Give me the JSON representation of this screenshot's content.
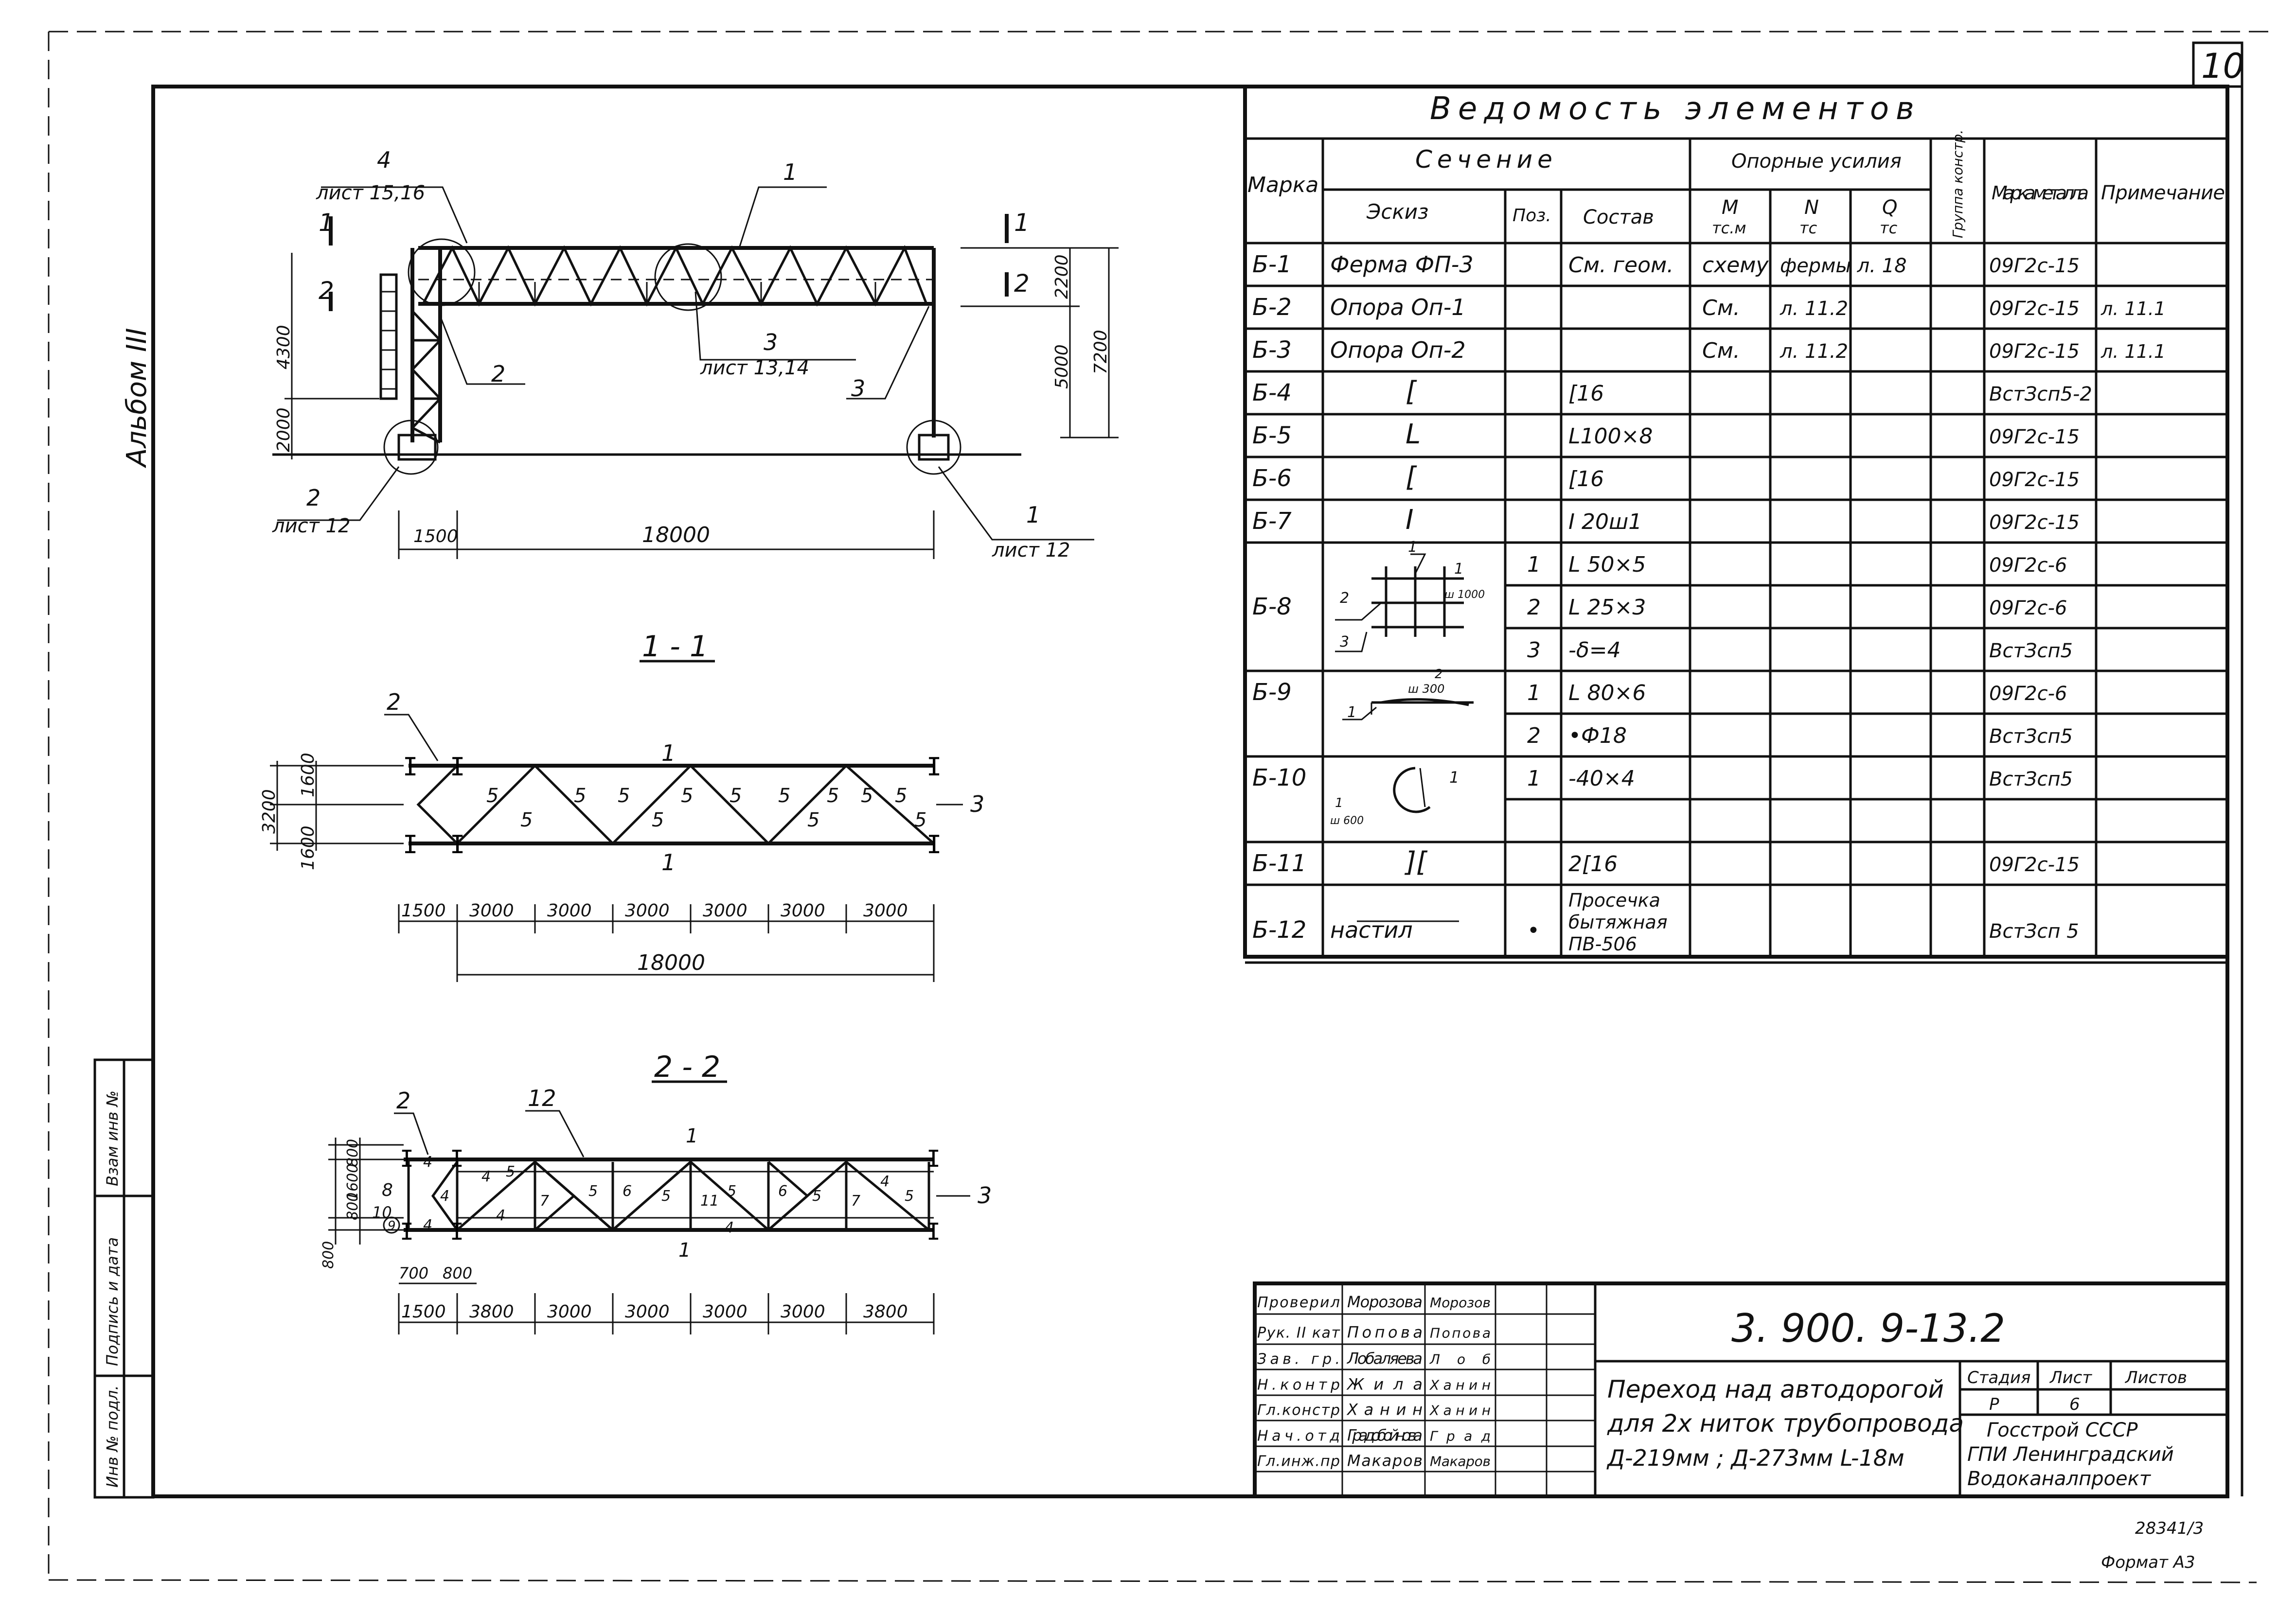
{
  "sheet": {
    "number": "10",
    "album_label": "Альбом III",
    "sheet_code": "3. 900. 9-13.2",
    "title_lines": [
      "Переход над автодорогой",
      "для 2х ниток трубопровода",
      "Д-219мм ; Д-273мм   L-18м"
    ],
    "stage_header": "Стадия",
    "stage_value": "Р",
    "sheet_header": "Лист",
    "sheet_value": "6",
    "sheets_header": "Листов",
    "sheets_value": "",
    "org_lines": [
      "Госстрой СССР",
      "ГПИ Ленинградский",
      "Водоканалпроект"
    ],
    "footer_number": "28341/3",
    "format": "Формат А3",
    "margin_labels": [
      "Инв № подл.",
      "Подпись и дата",
      "Взам инв №"
    ]
  },
  "signatures": [
    {
      "role": "Проверил",
      "name": "Морозова",
      "sign": "Морозов"
    },
    {
      "role": "Рук. II кат",
      "name": "Попова",
      "sign": "Попова"
    },
    {
      "role": "Зав. гр.",
      "name": "Лобаляева",
      "sign": "Лоб"
    },
    {
      "role": "Н.контр",
      "name": "Жила",
      "sign": "Ханин"
    },
    {
      "role": "Гл.констр",
      "name": "Ханин",
      "sign": "Ханин"
    },
    {
      "role": "Нач.отд",
      "name": "Градобойнова",
      "sign": "Град"
    },
    {
      "role": "Гл.инж.пр",
      "name": "Макаров",
      "sign": "Макаров"
    }
  ],
  "schedule": {
    "title": "Ведомость элементов",
    "headers": {
      "mark": "Марка",
      "section": "Сечение",
      "sketch": "Эскиз",
      "pos": "Поз.",
      "composition": "Состав",
      "forces": "Опорные усилия",
      "m": "M",
      "m_unit": "тс.м",
      "n": "N",
      "n_unit": "тс",
      "q": "Q",
      "q_unit": "тс",
      "group": "Группа констр.",
      "steel": "Марка металла",
      "note": "Примечание"
    },
    "rows": [
      {
        "mark": "Б-1",
        "sketch": "Ферма ФП-3",
        "pos": "",
        "comp": "См. геом.",
        "m": "схему",
        "n": "фермы л. 18",
        "q": "",
        "steel": "09Г2с-15",
        "note": ""
      },
      {
        "mark": "Б-2",
        "sketch": "Опора Оп-1",
        "pos": "",
        "comp": "",
        "m": "См.",
        "n": "л. 11.2",
        "q": "",
        "steel": "09Г2с-15",
        "note": "л. 11.1"
      },
      {
        "mark": "Б-3",
        "sketch": "Опора Оп-2",
        "pos": "",
        "comp": "",
        "m": "См.",
        "n": "л. 11.2",
        "q": "",
        "steel": "09Г2с-15",
        "note": "л. 11.1"
      },
      {
        "mark": "Б-4",
        "sketch": "[",
        "pos": "",
        "comp": "[16",
        "m": "",
        "n": "",
        "q": "",
        "steel": "ВстЗсп5-2",
        "note": ""
      },
      {
        "mark": "Б-5",
        "sketch": "L",
        "pos": "",
        "comp": "L100×8",
        "m": "",
        "n": "",
        "q": "",
        "steel": "09Г2с-15",
        "note": ""
      },
      {
        "mark": "Б-6",
        "sketch": "[",
        "pos": "",
        "comp": "[16",
        "m": "",
        "n": "",
        "q": "",
        "steel": "09Г2с-15",
        "note": ""
      },
      {
        "mark": "Б-7",
        "sketch": "I",
        "pos": "",
        "comp": "I 20ш1",
        "m": "",
        "n": "",
        "q": "",
        "steel": "09Г2с-15",
        "note": ""
      },
      {
        "mark": "",
        "sketch": "",
        "pos": "1",
        "comp": "L 50×5",
        "m": "",
        "n": "",
        "q": "",
        "steel": "09Г2с-6",
        "note": ""
      },
      {
        "mark": "Б-8",
        "sketch": "",
        "pos": "2",
        "comp": "L 25×3",
        "m": "",
        "n": "",
        "q": "",
        "steel": "09Г2с-6",
        "note": ""
      },
      {
        "mark": "",
        "sketch": "",
        "pos": "3",
        "comp": "-δ=4",
        "m": "",
        "n": "",
        "q": "",
        "steel": "ВстЗсп5",
        "note": ""
      },
      {
        "mark": "Б-9",
        "sketch": "",
        "pos": "1",
        "comp": "L 80×6",
        "m": "",
        "n": "",
        "q": "",
        "steel": "09Г2с-6",
        "note": ""
      },
      {
        "mark": "",
        "sketch": "",
        "pos": "2",
        "comp": "•Ф18",
        "m": "",
        "n": "",
        "q": "",
        "steel": "ВстЗсп5",
        "note": ""
      },
      {
        "mark": "Б-10",
        "sketch": "",
        "pos": "1",
        "comp": "-40×4",
        "m": "",
        "n": "",
        "q": "",
        "steel": "ВстЗсп5",
        "note": ""
      },
      {
        "mark": "",
        "sketch": "",
        "pos": "",
        "comp": "",
        "m": "",
        "n": "",
        "q": "",
        "steel": "",
        "note": ""
      },
      {
        "mark": "Б-11",
        "sketch": "][",
        "pos": "",
        "comp": "2[16",
        "m": "",
        "n": "",
        "q": "",
        "steel": "09Г2с-15",
        "note": ""
      },
      {
        "mark": "Б-12",
        "sketch": "настил",
        "pos": "•",
        "comp": "Просечка бытяжная ПВ-506",
        "m": "",
        "n": "",
        "q": "",
        "steel": "ВстЗсп 5",
        "note": ""
      }
    ],
    "sketch_labels": {
      "b8_pitch": "ш 1000",
      "b9_pitch": "ш 300",
      "b10_pitch": "ш 600"
    }
  },
  "elevation": {
    "callouts": [
      "4",
      "лист 15,16",
      "1",
      "3",
      "лист 13,14",
      "2",
      "3",
      "2",
      "лист 12",
      "1",
      "лист 12"
    ],
    "section_marks": [
      "1",
      "2",
      "1",
      "2"
    ],
    "dims_left": [
      "4300",
      "2000"
    ],
    "dims_right": [
      "2200",
      "5000",
      "7200"
    ],
    "dims_bottom": [
      "1500",
      "18000"
    ]
  },
  "section1": {
    "title": "1 - 1",
    "labels": [
      "2",
      "1",
      "1",
      "3"
    ],
    "member_numbers": [
      "5",
      "5",
      "5",
      "5",
      "5",
      "5",
      "5",
      "5",
      "5",
      "5",
      "5",
      "5",
      "5"
    ],
    "dims_left": [
      "3200",
      "1600",
      "1600"
    ],
    "dims_bottom": [
      "1500",
      "3000",
      "3000",
      "3000",
      "3000",
      "3000",
      "3000"
    ],
    "total": "18000"
  },
  "section2": {
    "title": "2 - 2",
    "labels": [
      "2",
      "12",
      "1",
      "1",
      "3",
      "8",
      "10",
      "9"
    ],
    "member_numbers": [
      "4",
      "4",
      "4",
      "4",
      "4",
      "5",
      "7",
      "5",
      "6",
      "5",
      "11",
      "5",
      "6",
      "5",
      "7",
      "5",
      "4",
      "4"
    ],
    "dims_left": [
      "800",
      "1600",
      "800",
      "800"
    ],
    "dims_small": [
      "700",
      "800"
    ],
    "dims_bottom": [
      "1500",
      "3800",
      "3000",
      "3000",
      "3000",
      "3000",
      "3800"
    ]
  }
}
